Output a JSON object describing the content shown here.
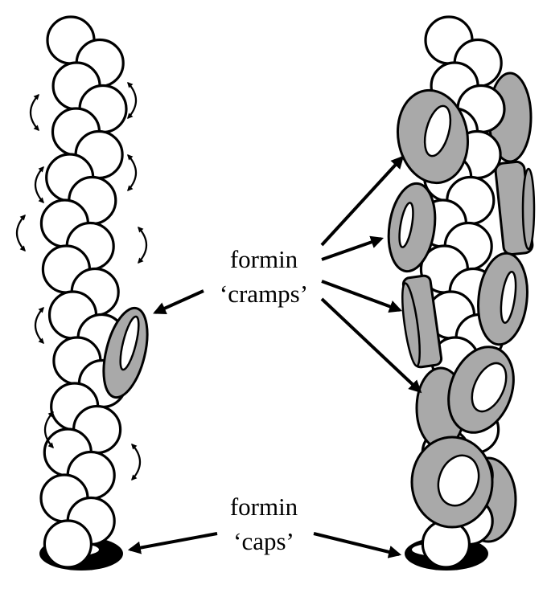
{
  "labels": {
    "cramps_line1": "formin",
    "cramps_line2": "‘cramps’",
    "caps_line1": "formin",
    "caps_line2": "‘caps’"
  },
  "colors": {
    "subunit_fill": "#ffffff",
    "subunit_stroke": "#000000",
    "formin_ring": "#a9a9a9",
    "cap": "#000000",
    "background": "#ffffff"
  }
}
